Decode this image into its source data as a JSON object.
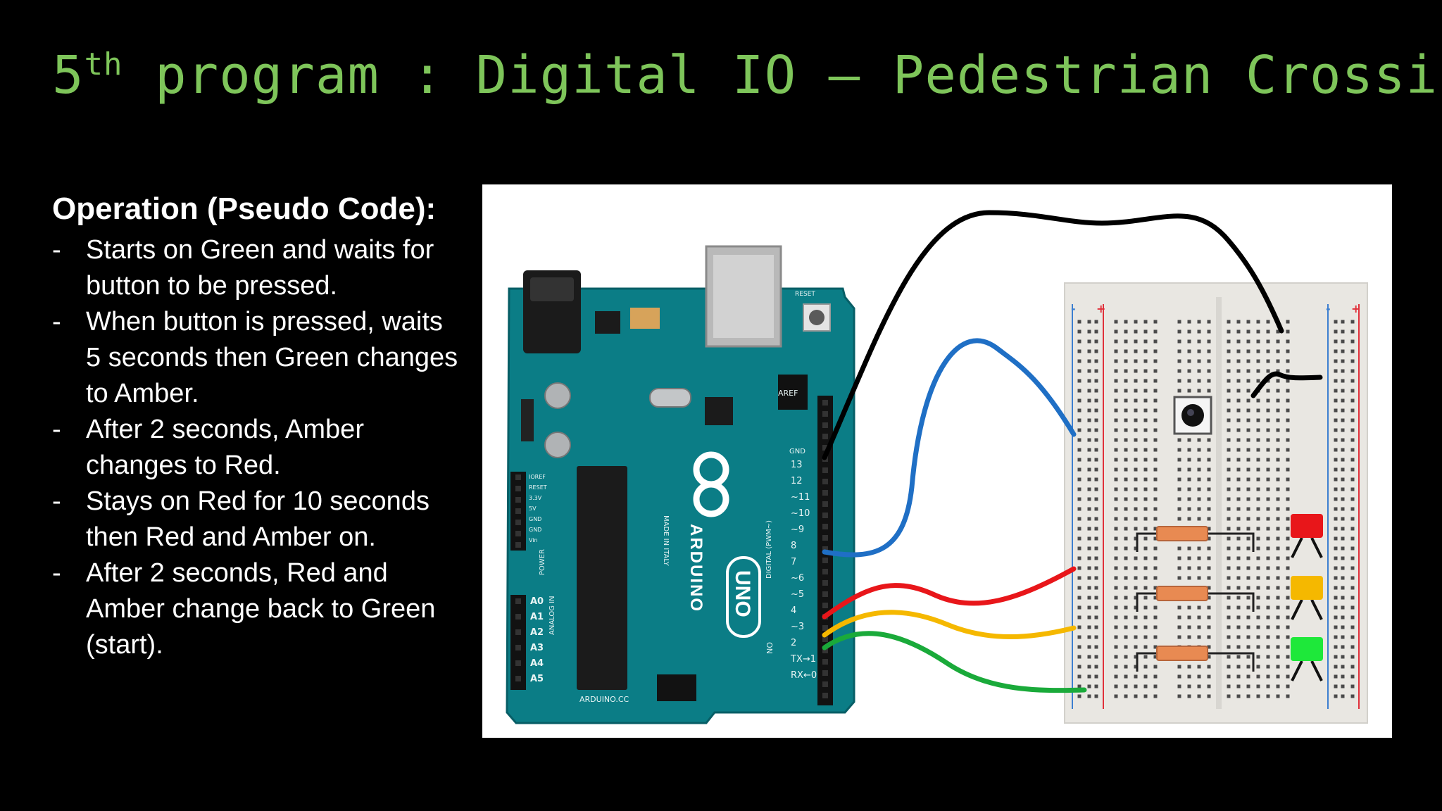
{
  "slide": {
    "title_number": "5",
    "title_sup": "th",
    "title_rest": " program : Digital IO – Pedestrian Crossing"
  },
  "operation": {
    "heading": "Operation (Pseudo Code):",
    "bullet_marker": "-",
    "steps": [
      "Starts on Green and waits for button to be pressed.",
      "When button is pressed, waits 5 seconds then Green changes to Amber.",
      "After 2 seconds, Amber changes to Red.",
      "Stays on Red for 10 seconds then Red and Amber on.",
      "After 2 seconds, Red and Amber change back to Green (start)."
    ]
  },
  "figure": {
    "board_labels": {
      "brand": "ARDUINO",
      "model": "UNO",
      "made_in": "MADE IN ITALY",
      "digital": "DIGITAL (PWM~)",
      "power": "POWER",
      "analog_in": "ANALOG IN",
      "aref": "AREF",
      "gnd": "GND",
      "reset": "RESET",
      "ioref": "IOREF",
      "on": "ON",
      "tx": "TX",
      "rx": "RX",
      "website": "ARDUINO.CC"
    },
    "digital_pins": [
      "13",
      "12",
      "~11",
      "~10",
      "~9",
      "8",
      "7",
      "~6",
      "~5",
      "4",
      "~3",
      "2",
      "TX→1",
      "RX←0"
    ],
    "power_pins": [
      "IOREF",
      "RESET",
      "3.3V",
      "5V",
      "GND",
      "GND",
      "Vin"
    ],
    "analog_pins": [
      "A0",
      "A1",
      "A2",
      "A3",
      "A4",
      "A5"
    ],
    "breadboard_rail_marks": [
      "-",
      "+",
      "+",
      "-"
    ],
    "colors": {
      "wire_gnd": "#000000",
      "wire_button": "#1f6fc5",
      "wire_red": "#e8161a",
      "wire_amber": "#f5b800",
      "wire_green": "#1aaa3a",
      "led_red": "#e8161a",
      "led_amber": "#f5b800",
      "led_green": "#1ee83a",
      "board": "#0b7d86",
      "title": "#7ec55a"
    }
  }
}
